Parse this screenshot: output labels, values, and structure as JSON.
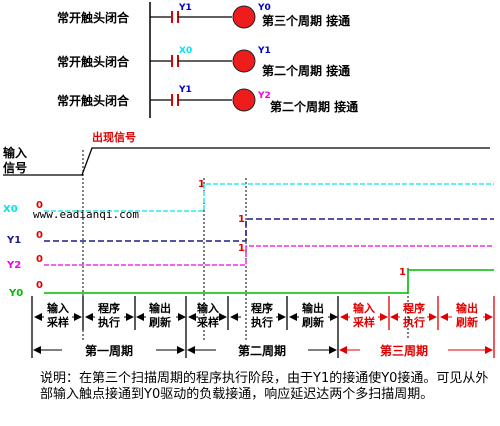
{
  "colors": {
    "black": "#000000",
    "red": "#e00000",
    "lamp": "#ee1c1c",
    "blue": "#0000cc",
    "cyan": "#00e5ee",
    "navy": "#1a1a8c",
    "magenta": "#ee00ee",
    "green": "#00bb00"
  },
  "ladder": {
    "rungs": [
      {
        "condition": "常开触头闭合",
        "contact": "Y1",
        "coil": "Y0",
        "result": "第三个周期 接通"
      },
      {
        "condition": "常开触头闭合",
        "contact": "X0",
        "coil": "Y1",
        "result": "第二个周期 接通"
      },
      {
        "condition": "常开触头闭合",
        "contact": "Y1",
        "coil": "Y2",
        "result": "第二个周期 接通"
      }
    ]
  },
  "timing": {
    "input_label_line1": "输入",
    "input_label_line2": "信号",
    "signal_appears": "出现信号",
    "watermark": "www.eadianqi.com",
    "signals": [
      {
        "name": "X0",
        "low": "0",
        "high": "1"
      },
      {
        "name": "Y1",
        "low": "0",
        "high": "1"
      },
      {
        "name": "Y2",
        "low": "0",
        "high": "1"
      },
      {
        "name": "Y0",
        "low": "0",
        "high": "1"
      }
    ],
    "phase_labels": [
      {
        "line1": "输入",
        "line2": "采样"
      },
      {
        "line1": "程序",
        "line2": "执行"
      },
      {
        "line1": "输出",
        "line2": "刷新"
      }
    ],
    "cycles": [
      "第一周期",
      "第二周期",
      "第三周期"
    ]
  },
  "caption": "说明：在第三个扫描周期的程序执行阶段，由于Y1的接通使Y0接通。可见从外部输入触点接通到Y0驱动的负载接通，响应延迟达两个多扫描周期。"
}
